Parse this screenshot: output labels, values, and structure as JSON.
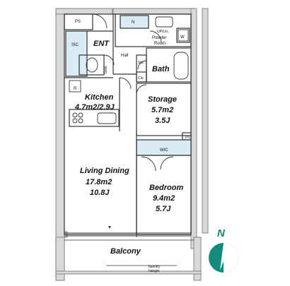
{
  "plan": {
    "ps_top": "PS",
    "sic": "SIC",
    "ent": "ENT",
    "n_closet": "N",
    "up_lin": "UP/Lin.",
    "powder_room": "Powder\nRoom",
    "w_mark": "W",
    "hall": "Hall",
    "toilet": "Toilet",
    "sto": "Sto.",
    "clo": "Clo.",
    "bath": "Bath",
    "r_mark": "R",
    "kitchen": {
      "name": "Kitchen",
      "area": "4.7m2/2.9J"
    },
    "storage": {
      "name": "Storage",
      "area": "5.7m2",
      "jo": "3.5J"
    },
    "ps_right": "PS",
    "wic": "WIC",
    "living_dining": {
      "name": "Living Dining",
      "area": "17.8m2",
      "jo": "10.8J"
    },
    "bedroom": {
      "name": "Bedroom",
      "area": "9.4m2",
      "jo": "5.7J"
    },
    "balcony": "Balcony",
    "laundry_hanger": "laundry\nhanger",
    "north": "N"
  },
  "colors": {
    "wall": "#6f6f6f",
    "wall_fill": "#d9d9d9",
    "closet_fill": "#d9ecf5",
    "line": "#333333",
    "compass": "#138a7e"
  }
}
